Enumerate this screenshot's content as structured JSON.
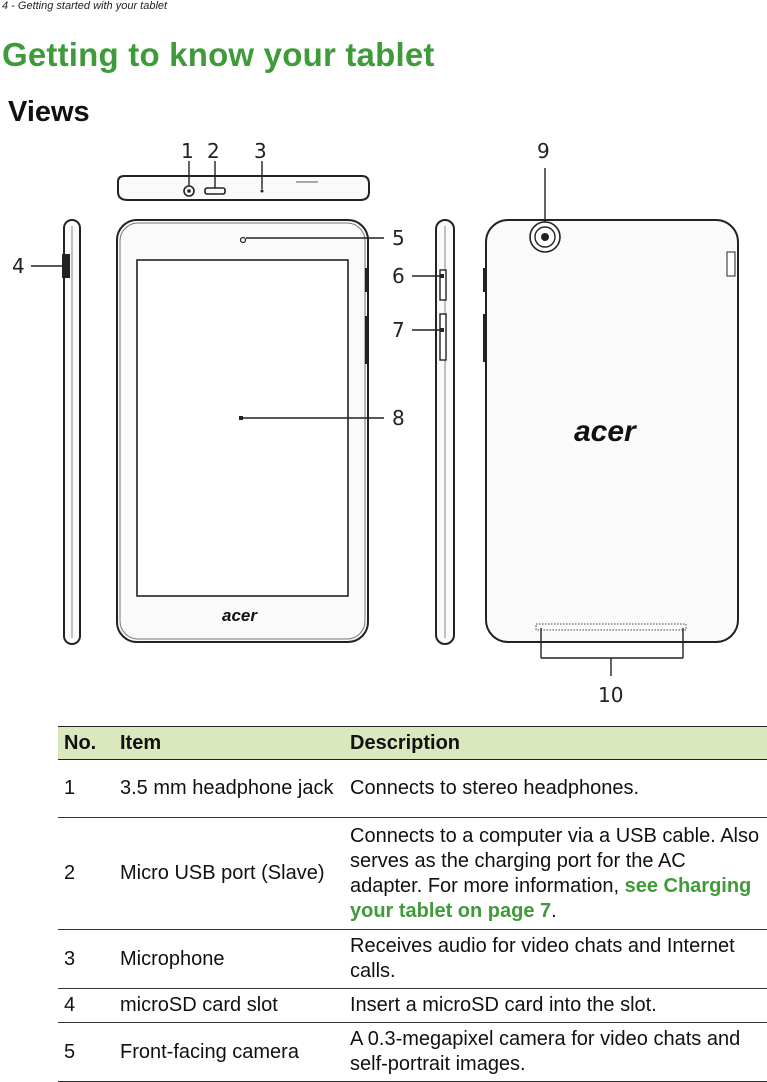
{
  "header": {
    "running_head": "4 - Getting started with your tablet"
  },
  "title": "Getting to know your tablet",
  "section": "Views",
  "figure": {
    "callouts": [
      "1",
      "2",
      "3",
      "4",
      "5",
      "6",
      "7",
      "8",
      "9",
      "10"
    ],
    "front_logo": "acer",
    "back_logo": "acer"
  },
  "table": {
    "headers": [
      "No.",
      "Item",
      "Description"
    ],
    "rows": [
      {
        "no": "1",
        "item": "3.5 mm headphone jack",
        "description": "Connects to stereo headphones."
      },
      {
        "no": "2",
        "item": "Micro USB port (Slave)",
        "description": "Connects to a computer via a USB cable. Also serves as the charging port for the AC adapter. For more information,",
        "link": "see Charging your tablet on page 7",
        "suffix": "."
      },
      {
        "no": "3",
        "item": "Microphone",
        "description": "Receives audio for video chats and Internet calls."
      },
      {
        "no": "4",
        "item": "microSD card slot",
        "description": "Insert a microSD card into the slot."
      },
      {
        "no": "5",
        "item": "Front-facing camera",
        "description": "A 0.3-megapixel camera for video chats and self-portrait images."
      }
    ]
  }
}
